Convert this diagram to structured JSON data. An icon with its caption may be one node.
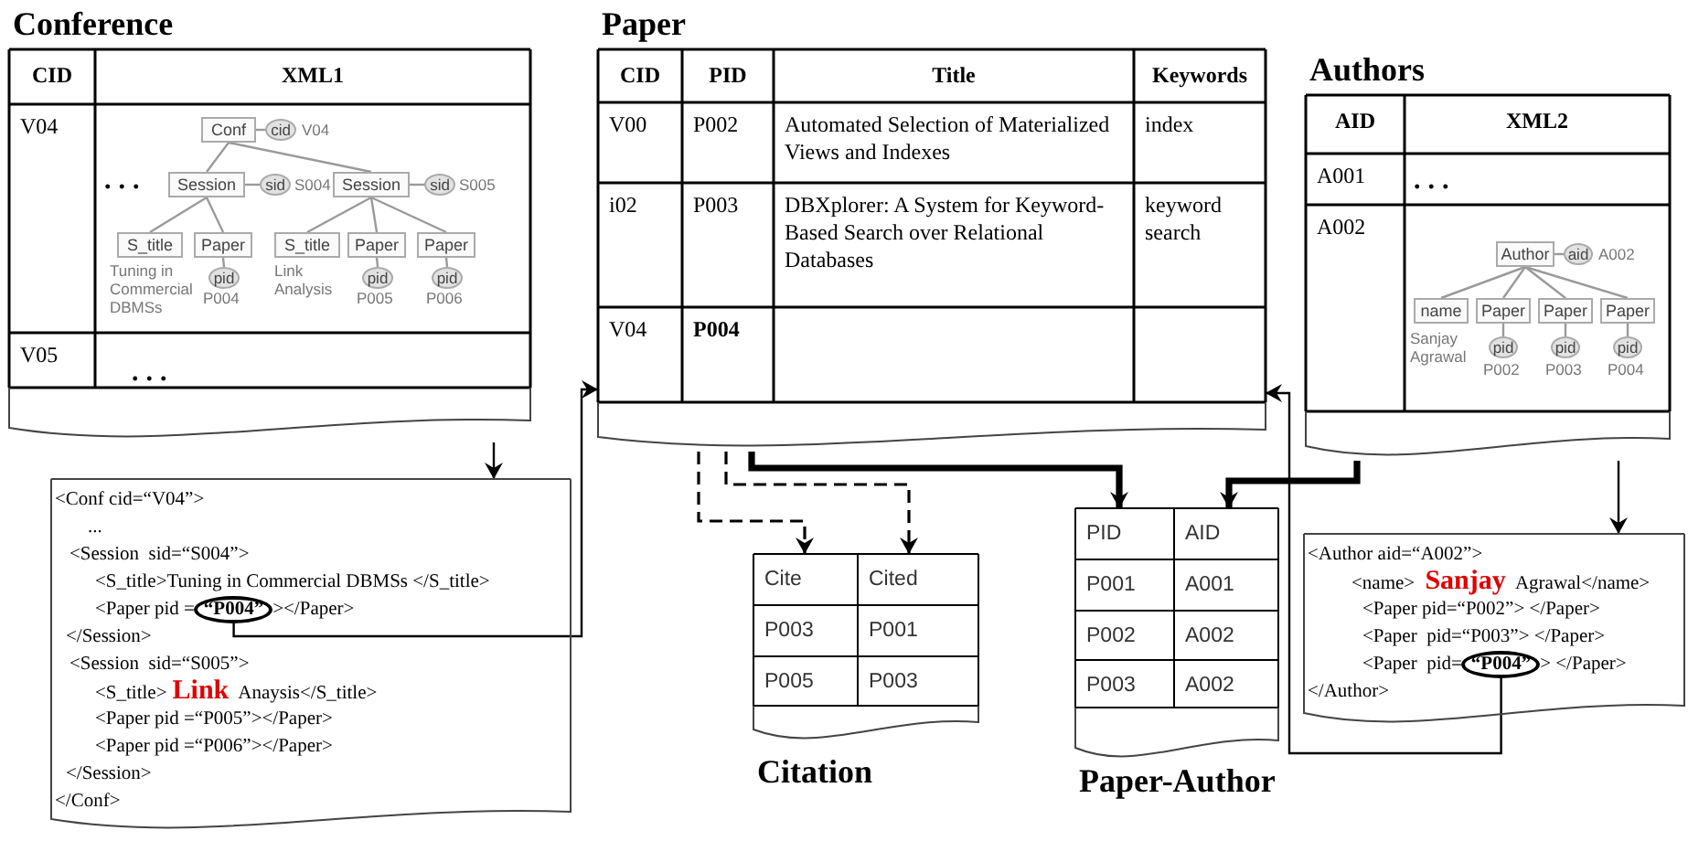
{
  "diagram": {
    "nodes": [
      {
        "text": [
          "Conference"
        ]
      },
      {
        "text": [
          "Conf"
        ],
        "in": 0
      },
      {
        "text": [
          "cid"
        ],
        "in": 0,
        "beside": [
          "V04"
        ]
      },
      {
        "text": [
          "Session"
        ],
        "in": 0
      },
      {
        "text": [
          "sid"
        ],
        "in": 0,
        "beside": [
          "S004"
        ]
      },
      {
        "text": [
          "Session"
        ],
        "in": 0
      },
      {
        "text": [
          "sid"
        ],
        "in": 0,
        "beside": [
          "S005"
        ]
      },
      {
        "text": [
          "S_title"
        ],
        "in": 0,
        "beside": [
          "Tuning in Commercial DBMSs"
        ]
      },
      {
        "text": [
          "Paper"
        ],
        "in": 0
      },
      {
        "text": [
          "S_title"
        ],
        "in": 0,
        "beside": [
          "Link Analysis"
        ]
      },
      {
        "text": [
          "Paper"
        ],
        "in": 0
      },
      {
        "text": [
          "Paper"
        ],
        "in": 0
      },
      {
        "text": [
          "pid"
        ],
        "in": 0,
        "beside": [
          "P004"
        ]
      },
      {
        "text": [
          "pid"
        ],
        "in": 0,
        "beside": [
          "P005"
        ]
      },
      {
        "text": [
          "pid"
        ],
        "in": 0,
        "beside": [
          "P006"
        ]
      },
      {
        "text": [
          "Paper"
        ]
      },
      {
        "text": [
          "Authors"
        ]
      },
      {
        "text": [
          "Author"
        ],
        "in": 16
      },
      {
        "text": [
          "aid"
        ],
        "in": 16,
        "beside": [
          "A002"
        ]
      },
      {
        "text": [
          "name"
        ],
        "in": 16,
        "beside": [
          "Sanjay Agrawal"
        ]
      },
      {
        "text": [
          "Paper"
        ],
        "in": 16
      },
      {
        "text": [
          "Paper"
        ],
        "in": 16
      },
      {
        "text": [
          "Paper"
        ],
        "in": 16
      },
      {
        "text": [
          "pid"
        ],
        "in": 16,
        "beside": [
          "P002"
        ]
      },
      {
        "text": [
          "pid"
        ],
        "in": 16,
        "beside": [
          "P003"
        ]
      },
      {
        "text": [
          "pid"
        ],
        "in": 16,
        "beside": [
          "P004"
        ]
      },
      {
        "text": [
          "<Conf cid=“V04”>",
          "...",
          "<Session  sid=“S004”>",
          "<S_title>Tuning in Commercial DBMSs </S_title>",
          "<Paper pid =",
          "></Paper>",
          "</Session>",
          "<Session  sid=“S005”>",
          "<S_title>**Link** Anaysis</S_title>",
          "<Paper pid =“P005”></Paper>",
          "<Paper pid =“P006”></Paper>",
          "</Session>",
          "</Conf>"
        ]
      },
      {
        "text": [
          "“P004”"
        ],
        "in": 26
      },
      {
        "text": [
          "<Author aid=“A002”>",
          "<name> **Sanjay** Agrawal</name>",
          "<Paper pid=“P002”> </Paper>",
          "<Paper  pid=“P003”> </Paper>",
          "<Paper  pid=",
          "> </Paper>",
          "</Author>"
        ]
      },
      {
        "text": [
          "“P004”"
        ],
        "in": 28
      },
      {
        "text": [
          "Citation"
        ]
      },
      {
        "text": [
          "Paper-Author"
        ]
      }
    ],
    "edges": [
      {
        "from": 1,
        "to": 2,
        "arrow": "none"
      },
      {
        "from": 1,
        "to": 3,
        "arrow": "none"
      },
      {
        "from": 1,
        "to": 5,
        "arrow": "none"
      },
      {
        "from": 3,
        "to": 4,
        "arrow": "none"
      },
      {
        "from": 5,
        "to": 6,
        "arrow": "none"
      },
      {
        "from": 3,
        "to": 7,
        "arrow": "none"
      },
      {
        "from": 3,
        "to": 8,
        "arrow": "none"
      },
      {
        "from": 5,
        "to": 9,
        "arrow": "none"
      },
      {
        "from": 5,
        "to": 10,
        "arrow": "none"
      },
      {
        "from": 5,
        "to": 11,
        "arrow": "none"
      },
      {
        "from": 8,
        "to": 12,
        "arrow": "none"
      },
      {
        "from": 10,
        "to": 13,
        "arrow": "none"
      },
      {
        "from": 11,
        "to": 14,
        "arrow": "none"
      },
      {
        "from": 17,
        "to": 18,
        "arrow": "none"
      },
      {
        "from": 17,
        "to": 19,
        "arrow": "none"
      },
      {
        "from": 17,
        "to": 20,
        "arrow": "none"
      },
      {
        "from": 17,
        "to": 21,
        "arrow": "none"
      },
      {
        "from": 17,
        "to": 22,
        "arrow": "none"
      },
      {
        "from": 20,
        "to": 23,
        "arrow": "none"
      },
      {
        "from": 21,
        "to": 24,
        "arrow": "none"
      },
      {
        "from": 22,
        "to": 25,
        "arrow": "none"
      },
      {
        "from": 0,
        "to": 26,
        "arrow": "to",
        "color": "#000000"
      },
      {
        "from": 27,
        "to": 15,
        "arrow": "to",
        "color": "#000000"
      },
      {
        "from": 15,
        "to": 30,
        "arrow": "to",
        "style": "dashed",
        "color": "#000000"
      },
      {
        "from": 15,
        "to": 30,
        "arrow": "to",
        "style": "dashed",
        "color": "#000000"
      },
      {
        "from": 15,
        "to": 31,
        "arrow": "to",
        "style": "thick",
        "color": "#000000"
      },
      {
        "from": 16,
        "to": 31,
        "arrow": "to",
        "style": "thick",
        "color": "#000000"
      },
      {
        "from": 16,
        "to": 28,
        "arrow": "to",
        "color": "#000000"
      },
      {
        "from": 29,
        "to": 15,
        "arrow": "to",
        "color": "#000000"
      }
    ],
    "labels": [
      "CID",
      "XML1",
      "V04",
      "...",
      "V05",
      "...",
      "CID",
      "PID",
      "Title",
      "Keywords",
      "V00",
      "P002",
      "Automated Selection of Materialized Views and Indexes",
      "index",
      "i02",
      "P003",
      "DBXplorer: A System for Keyword-Based Search over Relational Databases",
      "keyword search",
      "V04",
      "P004",
      "AID",
      "XML2",
      "A001",
      "...",
      "A002",
      "Cite",
      "Cited",
      "P003",
      "P001",
      "P005",
      "P003",
      "PID",
      "AID",
      "P001",
      "A001",
      "P002",
      "A002",
      "P003",
      "A002"
    ]
  }
}
